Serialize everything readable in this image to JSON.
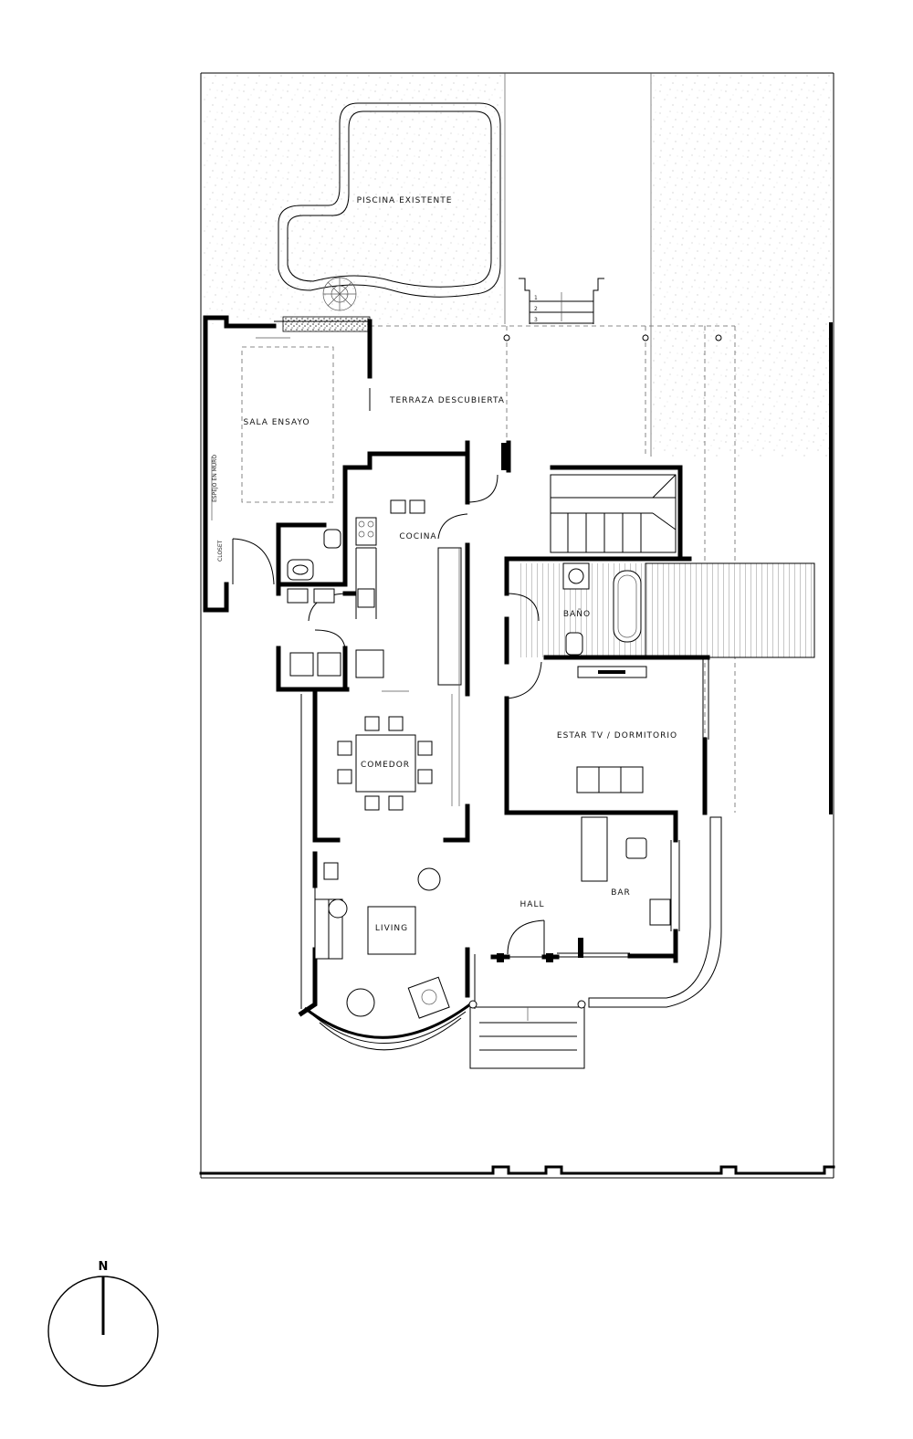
{
  "plan": {
    "rooms": {
      "pool": "PISCINA EXISTENTE",
      "terrace": "TERRAZA DESCUBIERTA",
      "rehearsal": "SALA ENSAYO",
      "kitchen": "COCINA",
      "bathroom": "BAÑO",
      "tv_bedroom": "ESTAR TV / DORMITORIO",
      "dining": "COMEDOR",
      "hall": "HALL",
      "bar": "BAR",
      "living": "LIVING"
    },
    "wall_notes": {
      "mirror": "ESPEJO EN MURO",
      "closet": "CLOSET"
    },
    "stair_steps": [
      "1",
      "2",
      "3"
    ]
  },
  "north_arrow": {
    "label": "N"
  }
}
